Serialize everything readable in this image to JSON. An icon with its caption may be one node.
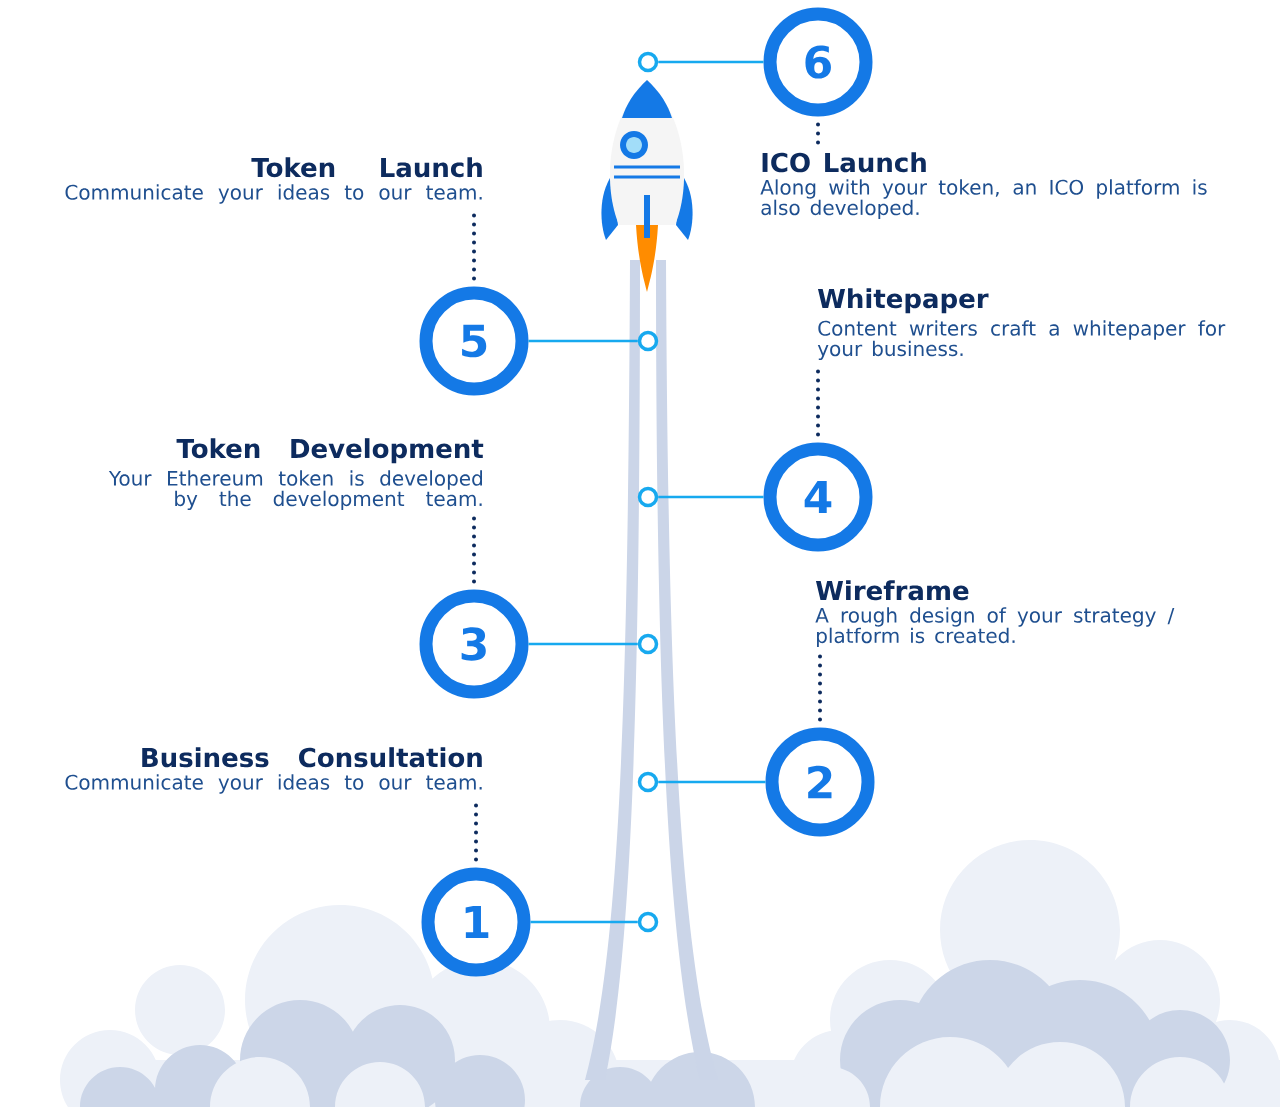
{
  "diagram": {
    "nodes": [
      {
        "text": [
          "6"
        ]
      },
      {
        "text": [
          "ICO Launch",
          "Along with your token, an ICO platform is also developed."
        ]
      },
      {
        "text": [
          "Token Launch",
          "Communicate your ideas to our team."
        ]
      },
      {
        "text": [
          "5"
        ]
      },
      {
        "text": [
          "Whitepaper",
          "Content writers craft a whitepaper for your business."
        ]
      },
      {
        "text": [
          "4"
        ]
      },
      {
        "text": [
          "Token Development",
          "Your Ethereum token is developed by the development team."
        ]
      },
      {
        "text": [
          "3"
        ]
      },
      {
        "text": [
          "Wireframe",
          "A rough design of your strategy / platform is created."
        ]
      },
      {
        "text": [
          "2"
        ]
      },
      {
        "text": [
          "Business Consultation",
          "Communicate your ideas to our team."
        ]
      },
      {
        "text": [
          "1"
        ]
      },
      {
        "text": [],
        "shape": "circle"
      },
      {
        "text": [],
        "shape": "circle"
      },
      {
        "text": [],
        "shape": "circle"
      },
      {
        "text": [],
        "shape": "circle"
      },
      {
        "text": [],
        "shape": "circle"
      },
      {
        "text": [],
        "shape": "circle"
      }
    ],
    "edges": [
      {
        "from": 12,
        "to": 0,
        "arrow": "none"
      },
      {
        "from": 0,
        "to": 1,
        "arrow": "none",
        "style": "dashed",
        "color": "#0d2b5e"
      },
      {
        "from": 2,
        "to": 3,
        "arrow": "none",
        "style": "dashed",
        "color": "#0d2b5e"
      },
      {
        "from": 3,
        "to": 13,
        "arrow": "none"
      },
      {
        "from": 4,
        "to": 5,
        "arrow": "none",
        "style": "dashed",
        "color": "#0d2b5e"
      },
      {
        "from": 14,
        "to": 5,
        "arrow": "none"
      },
      {
        "from": 6,
        "to": 7,
        "arrow": "none",
        "style": "dashed",
        "color": "#0d2b5e"
      },
      {
        "from": 7,
        "to": 15,
        "arrow": "none"
      },
      {
        "from": 8,
        "to": 9,
        "arrow": "none",
        "style": "dashed",
        "color": "#0d2b5e"
      },
      {
        "from": 16,
        "to": 9,
        "arrow": "none"
      },
      {
        "from": 10,
        "to": 11,
        "arrow": "none",
        "style": "dashed",
        "color": "#0d2b5e"
      },
      {
        "from": 11,
        "to": 17,
        "arrow": "none"
      }
    ]
  }
}
